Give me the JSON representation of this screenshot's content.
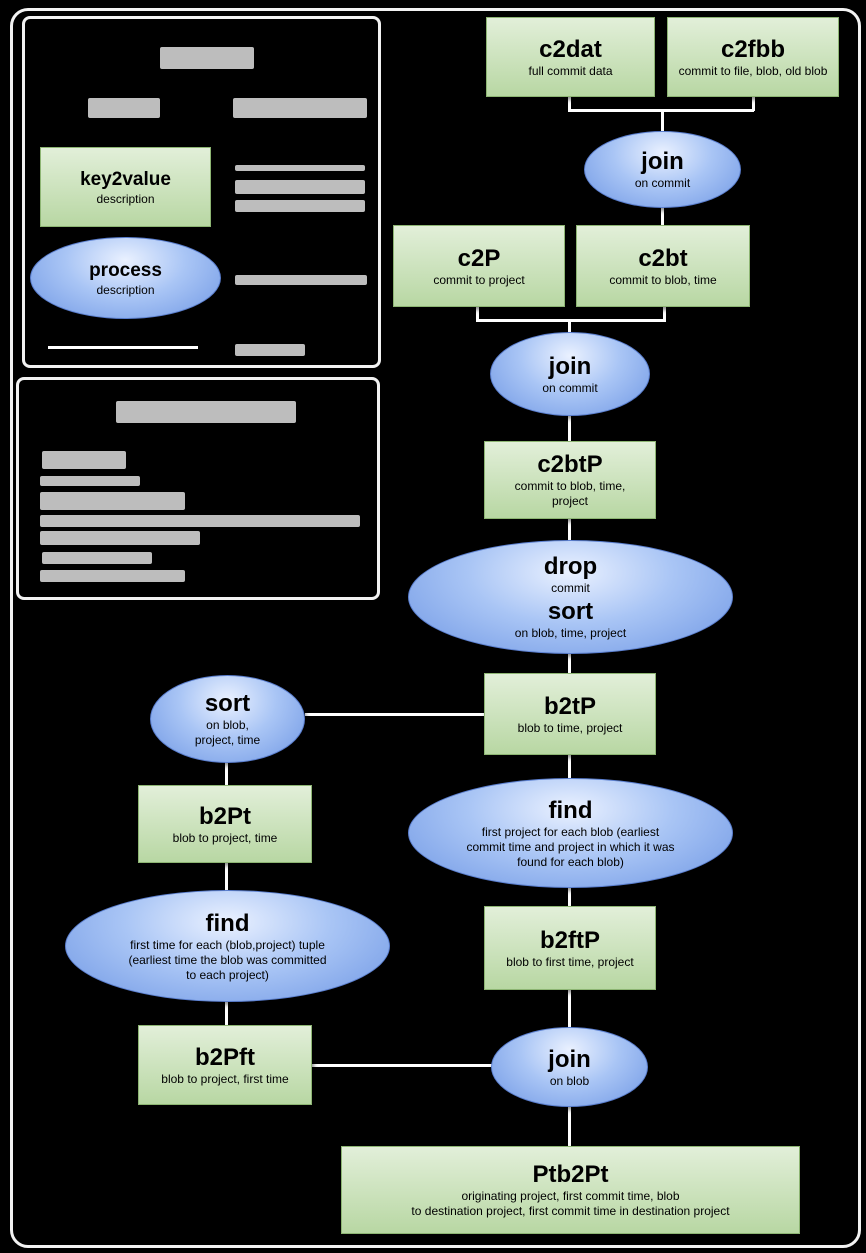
{
  "legend": {
    "sample_box": {
      "title": "key2value",
      "desc": "description"
    },
    "sample_process": {
      "title": "process",
      "desc": "description"
    }
  },
  "nodes": {
    "c2dat": {
      "title": "c2dat",
      "desc": "full commit data"
    },
    "c2fbb": {
      "title": "c2fbb",
      "desc": "commit to file, blob, old blob"
    },
    "join1": {
      "title": "join",
      "desc": "on commit"
    },
    "c2P": {
      "title": "c2P",
      "desc": "commit to project"
    },
    "c2bt": {
      "title": "c2bt",
      "desc": "commit to blob, time"
    },
    "join2": {
      "title": "join",
      "desc": "on commit"
    },
    "c2btP": {
      "title": "c2btP",
      "desc": "commit to blob, time, project"
    },
    "drop_sort": {
      "title": "drop",
      "desc": "commit",
      "title2": "sort",
      "desc2": "on blob, time, project"
    },
    "b2tP": {
      "title": "b2tP",
      "desc": "blob to time, project"
    },
    "sort2": {
      "title": "sort",
      "desc": "on blob, project, time"
    },
    "b2Pt": {
      "title": "b2Pt",
      "desc": "blob to project, time"
    },
    "find1": {
      "title": "find",
      "desc": "first project for each blob (earliest commit time and project in which it was found for each blob)"
    },
    "find2": {
      "title": "find",
      "desc": "first time for each (blob,project) tuple (earliest time the blob was committed to each project)"
    },
    "b2ftP": {
      "title": "b2ftP",
      "desc": "blob to first time, project"
    },
    "b2Pft": {
      "title": "b2Pft",
      "desc": "blob to project, first time"
    },
    "join3": {
      "title": "join",
      "desc": "on blob"
    },
    "Ptb2Pt": {
      "title": "Ptb2Pt",
      "desc": "originating project, first commit time, blob",
      "desc2": "to destination project, first commit time in destination project"
    }
  }
}
